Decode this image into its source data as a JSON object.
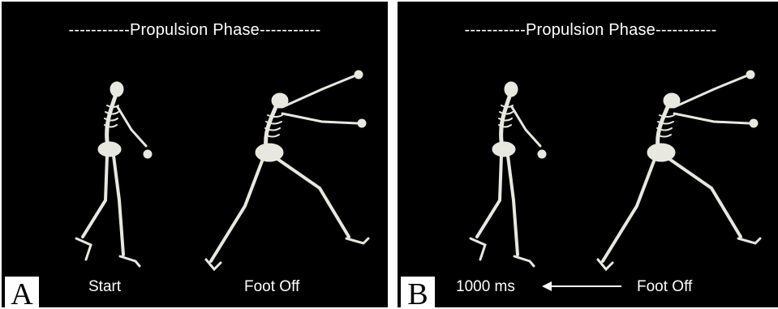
{
  "panels": [
    {
      "letter": "A",
      "title": "-----------Propulsion Phase-----------",
      "caption_left": "Start",
      "caption_right": "Foot Off"
    },
    {
      "letter": "B",
      "title": "-----------Propulsion Phase-----------",
      "caption_left": "1000 ms",
      "caption_right": "Foot Off",
      "arrow": "left-arrow"
    }
  ],
  "colors": {
    "background": "#000000",
    "bone": "#e8e8e0",
    "text": "#ffffff"
  }
}
